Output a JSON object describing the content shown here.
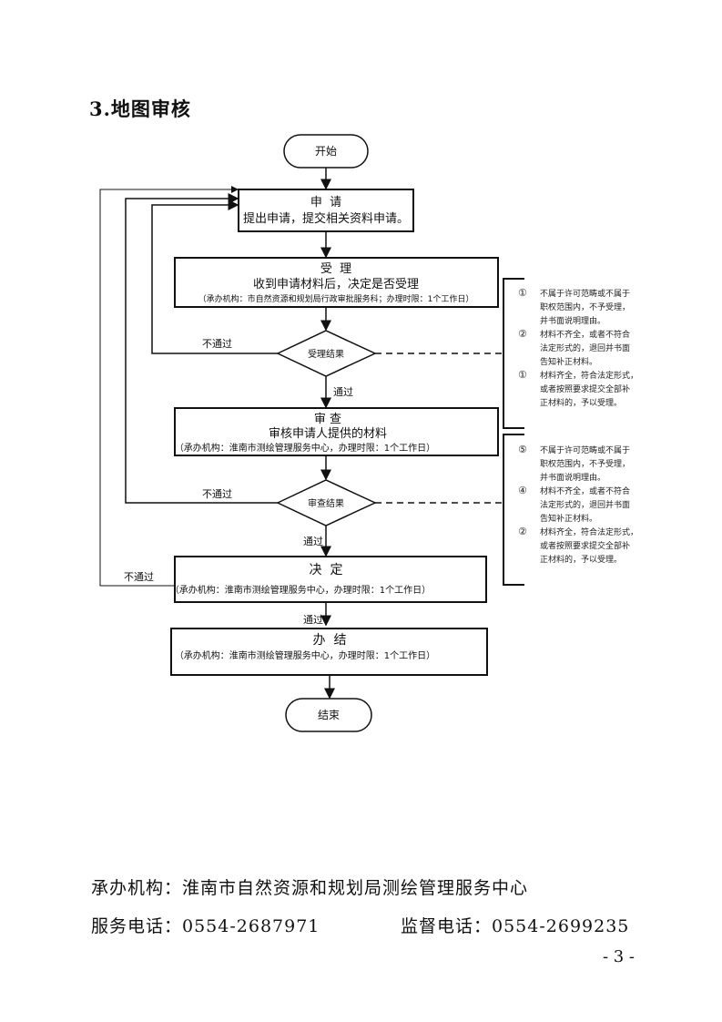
{
  "section_title": "3.地图审核",
  "flowchart": {
    "start": "开始",
    "end": "结束",
    "steps": {
      "apply": {
        "title": "申  请",
        "desc": "提出申请，提交相关资料申请。"
      },
      "accept": {
        "title": "受  理",
        "desc": "收到申请材料后，决定是否受理",
        "note": "（承办机构：市自然资源和规划局行政审批服务科；办理时限：1个工作日）"
      },
      "review": {
        "title": "审 查",
        "desc": "审核申请人提供的材料",
        "note": "（承办机构：淮南市测绘管理服务中心，办理时限：1个工作日）"
      },
      "decide": {
        "title": "决  定",
        "note": "（承办机构：淮南市测绘管理服务中心，办理时限：1个工作日）"
      },
      "complete": {
        "title": "办  结",
        "note": "（承办机构：淮南市测绘管理服务中心，办理时限：1个工作日）"
      }
    },
    "decisions": {
      "accept_result": "受理结果",
      "review_result": "审查结果"
    },
    "labels": {
      "pass": "通过",
      "fail": "不通过"
    },
    "accept_notes": [
      {
        "marker": "①",
        "text": [
          "不属于许可范畴或不属于",
          "职权范围内，不予受理，",
          "并书面说明理由。"
        ]
      },
      {
        "marker": "②",
        "text": [
          "材料不齐全，或者不符合",
          "法定形式的，退回并书面",
          "告知补正材料。"
        ]
      },
      {
        "marker": "①",
        "text": [
          "材料齐全，符合法定形式，",
          "或者按照要求提交全部补",
          "正材料的，予以受理。"
        ]
      }
    ],
    "review_notes": [
      {
        "marker": "⑤",
        "text": [
          "不属于许可范畴或不属于",
          "职权范围内，不予受理，",
          "并书面说明理由。"
        ]
      },
      {
        "marker": "④",
        "text": [
          "材料不齐全，或者不符合",
          "法定形式的，退回并书面",
          "告知补正材料。"
        ]
      },
      {
        "marker": "②",
        "text": [
          "材料齐全，符合法定形式，",
          "或者按照要求提交全部补",
          "正材料的，予以受理。"
        ]
      }
    ]
  },
  "footer": {
    "agency": "承办机构：淮南市自然资源和规划局测绘管理服务中心",
    "service_phone": "服务电话：0554-2687971",
    "supervise_phone": "监督电话：0554-2699235",
    "page_number": "- 3 -"
  }
}
